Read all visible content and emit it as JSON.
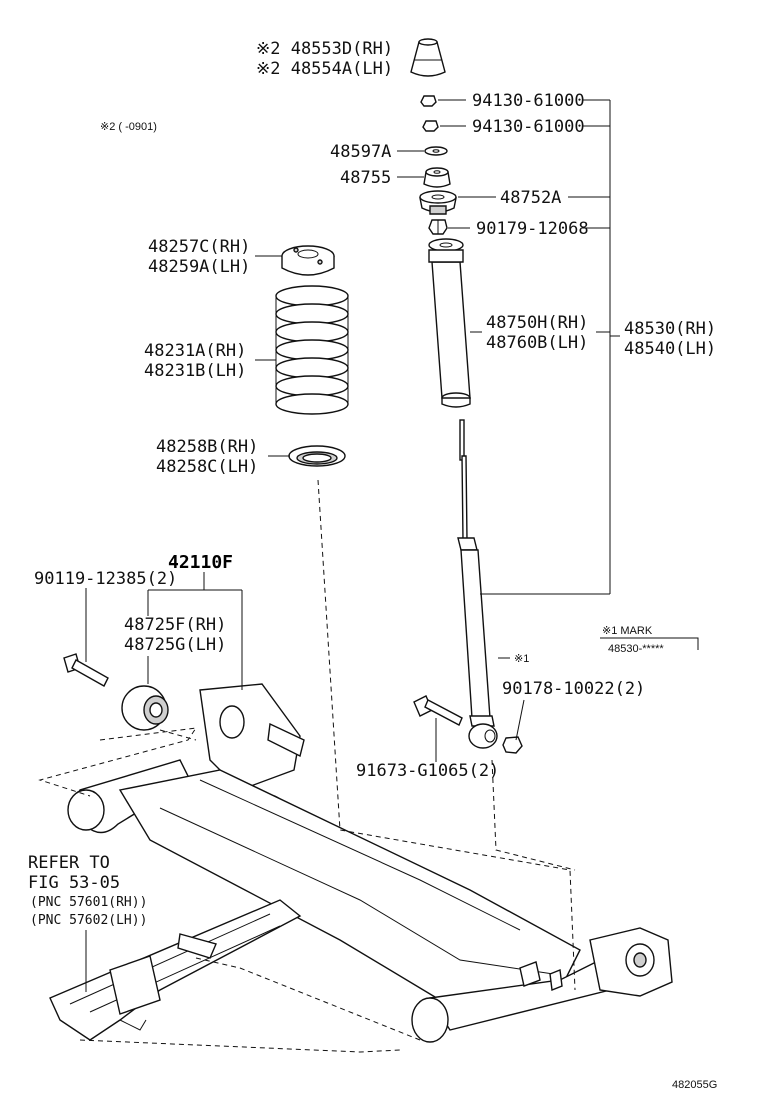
{
  "labels": {
    "bump_stop": [
      "※2 48553D(RH)",
      "※2 48554A(LH)"
    ],
    "nut_upper_1": "94130-61000",
    "nut_upper_2": "94130-61000",
    "note_2": "※2 (      -0901)",
    "washer_48597": "48597A",
    "cushion_48755": "48755",
    "support_48752": "48752A",
    "nut_90179": "90179-12068",
    "insulator_upper": [
      "48257C(RH)",
      "48259A(LH)"
    ],
    "dust_boot": [
      "48750H(RH)",
      "48760B(LH)"
    ],
    "shock_assy": [
      "48530(RH)",
      "48540(LH)"
    ],
    "coil_spring": [
      "48231A(RH)",
      "48231B(LH)"
    ],
    "insulator_lower": [
      "48258B(RH)",
      "48258C(LH)"
    ],
    "axle_beam": "42110F",
    "bolt_90119": "90119-12385(2)",
    "bushing": [
      "48725F(RH)",
      "48725G(LH)"
    ],
    "mark_title": "※1 MARK",
    "mark_code": "48530-*****",
    "mark_ref": "※1",
    "nut_90178": "90178-10022(2)",
    "bolt_91673": "91673-G1065(2)",
    "refer": [
      "REFER TO",
      "FIG 53-05"
    ],
    "pnc": [
      "(PNC 57601(RH))",
      "(PNC 57602(LH))"
    ],
    "figure_id": "482055G"
  }
}
